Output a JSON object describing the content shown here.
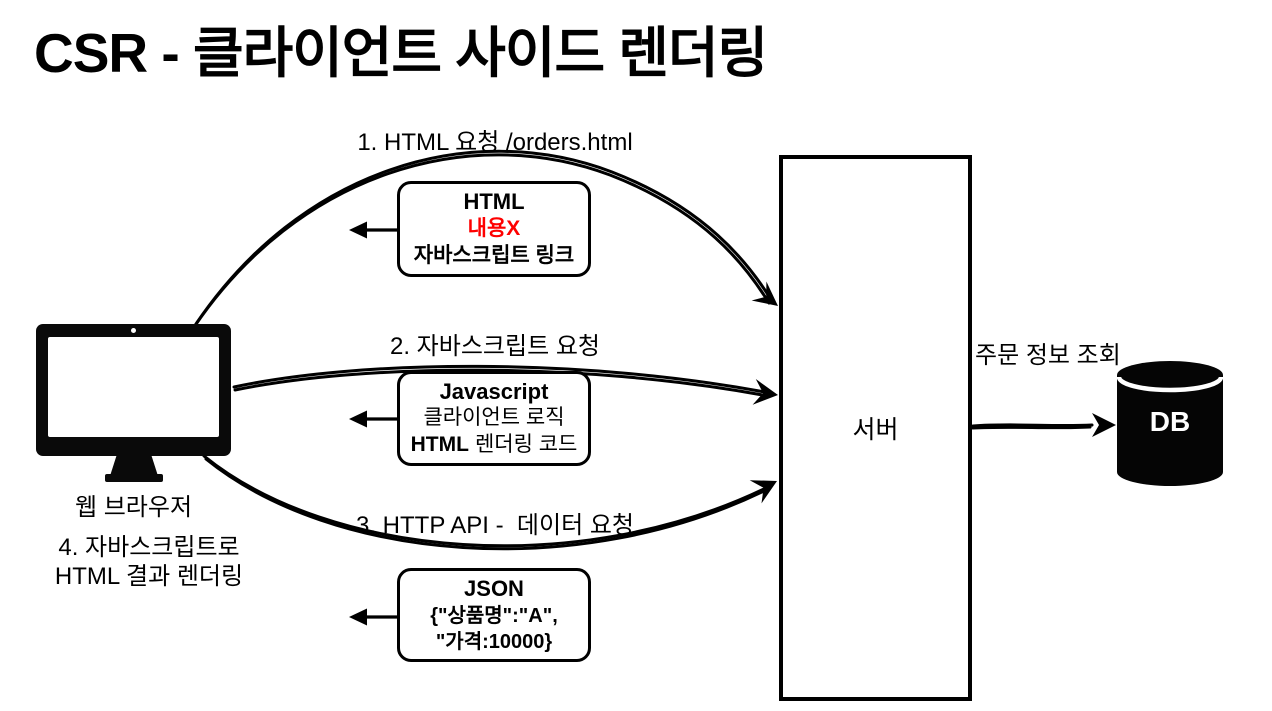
{
  "page": {
    "title": "CSR - 클라이언트 사이드 렌더링"
  },
  "colors": {
    "ink": "#000000",
    "background": "#ffffff",
    "highlight_red": "#fe0000"
  },
  "browser": {
    "label": "웹 브라우저",
    "step4_line1": "4. 자바스크립트로",
    "step4_line2": "HTML 결과 렌더링"
  },
  "server": {
    "label": "서버"
  },
  "db": {
    "label": "DB",
    "query_label": "주문 정보 조회"
  },
  "flow1": {
    "label": "1. HTML 요청 /orders.html",
    "box": {
      "title": "HTML",
      "line2": "내용X",
      "line3": "자바스크립트 링크"
    }
  },
  "flow2": {
    "label": "2. 자바스크립트 요청",
    "box": {
      "title": "Javascript",
      "line2": "클라이언트 로직",
      "line3_bold": "HTML",
      "line3_rest": "렌더링 코드"
    }
  },
  "flow3": {
    "label": "3. HTTP API -  데이터 요청",
    "box": {
      "title": "JSON",
      "line2": "{\"상품명\":\"A\",",
      "line3": "\"가격:10000}"
    }
  }
}
